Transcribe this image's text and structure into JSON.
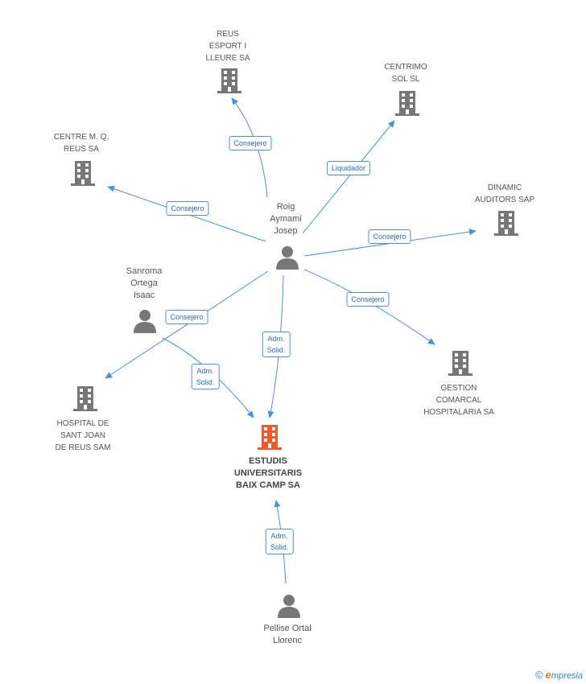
{
  "nodes": {
    "reus_esport": {
      "label": "REUS\nESPORT I\nLLEURE SA",
      "type": "company"
    },
    "centrimo": {
      "label": "CENTRIMO\nSOL SL",
      "type": "company"
    },
    "centre_mq": {
      "label": "CENTRE M. Q.\nREUS SA",
      "type": "company"
    },
    "dinamic": {
      "label": "DINAMIC\nAUDITORS SAP",
      "type": "company"
    },
    "roig": {
      "label": "Roig\nAymami\nJosep",
      "type": "person"
    },
    "sanroma": {
      "label": "Sanroma\nOrtega\nIsaac",
      "type": "person"
    },
    "hospital": {
      "label": "HOSPITAL DE\nSANT JOAN\nDE REUS SAM",
      "type": "company"
    },
    "gestion": {
      "label": "GESTION\nCOMARCAL\nHOSPITALARIA SA",
      "type": "company"
    },
    "estudis": {
      "label": "ESTUDIS\nUNIVERSITARIS\nBAIX CAMP SA",
      "type": "focus"
    },
    "pellise": {
      "label": "Pellise Ortal\nLlorenc",
      "type": "person"
    }
  },
  "edges": {
    "roig_reus": {
      "label": "Consejero"
    },
    "roig_centrimo": {
      "label": "Liquidador"
    },
    "roig_centre": {
      "label": "Consejero"
    },
    "roig_dinamic": {
      "label": "Consejero"
    },
    "roig_gestion": {
      "label": "Consejero"
    },
    "roig_hospital": {
      "label": "Consejero"
    },
    "roig_estudis": {
      "label": "Adm.\nSolid."
    },
    "sanroma_estudis": {
      "label": "Adm.\nSolid."
    },
    "pellise_estudis": {
      "label": "Adm.\nSolid."
    }
  },
  "colors": {
    "edge": "#4a90d9",
    "company_icon": "#777777",
    "focus_icon": "#f05a28",
    "person_icon": "#777777"
  },
  "footer": {
    "copyright": "©",
    "brand_initial": "e",
    "brand_rest": "mpresia"
  }
}
